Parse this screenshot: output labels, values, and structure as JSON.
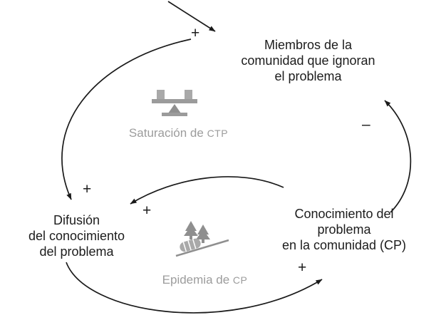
{
  "diagram": {
    "nodes": {
      "members": {
        "lines": [
          "Miembros de la",
          "comunidad que ignoran",
          "el problema"
        ]
      },
      "diffusion": {
        "lines": [
          "Difusión",
          "del conocimiento",
          "del problema"
        ]
      },
      "knowledge": {
        "lines": [
          "Conocimiento del",
          "problema",
          "en la comunidad (CP)"
        ]
      }
    },
    "loops": {
      "saturation": {
        "prefix": "Saturación de ",
        "acronym": "CTP"
      },
      "epidemic": {
        "prefix": "Epidemia de ",
        "acronym": "CP"
      }
    },
    "edges": [
      {
        "from": "external",
        "to": "members",
        "sign": "+"
      },
      {
        "from": "members",
        "to": "diffusion",
        "sign": "+"
      },
      {
        "from": "knowledge",
        "to": "diffusion",
        "sign": "+"
      },
      {
        "from": "knowledge",
        "to": "members",
        "sign": "–"
      },
      {
        "from": "diffusion",
        "to": "knowledge",
        "sign": "+"
      }
    ],
    "colors": {
      "line": "#1a1a1a",
      "muted": "#9e9e9e"
    }
  }
}
